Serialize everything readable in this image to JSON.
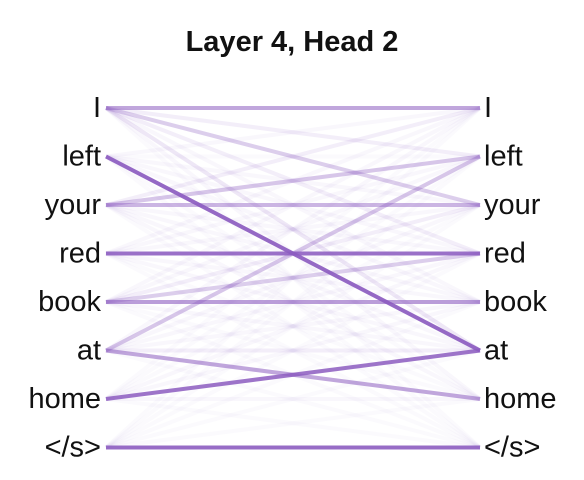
{
  "title": "Layer 4, Head 2",
  "chart_data": {
    "type": "attention",
    "title": "Layer 4, Head 2",
    "source_tokens": [
      "I",
      "left",
      "your",
      "red",
      "book",
      "at",
      "home",
      "</s>"
    ],
    "target_tokens": [
      "I",
      "left",
      "your",
      "red",
      "book",
      "at",
      "home",
      "</s>"
    ],
    "line_color": "#8c5cc0",
    "weights": [
      [
        0.55,
        0.1,
        0.3,
        0.1,
        0.05,
        0.15,
        0.05,
        0.03
      ],
      [
        0.05,
        0.03,
        0.05,
        0.05,
        0.05,
        0.92,
        0.03,
        0.03
      ],
      [
        0.1,
        0.35,
        0.45,
        0.05,
        0.05,
        0.05,
        0.05,
        0.03
      ],
      [
        0.05,
        0.05,
        0.05,
        0.88,
        0.05,
        0.05,
        0.03,
        0.03
      ],
      [
        0.05,
        0.05,
        0.1,
        0.3,
        0.6,
        0.05,
        0.03,
        0.03
      ],
      [
        0.05,
        0.35,
        0.05,
        0.05,
        0.05,
        0.1,
        0.55,
        0.03
      ],
      [
        0.03,
        0.03,
        0.03,
        0.05,
        0.05,
        0.85,
        0.05,
        0.03
      ],
      [
        0.03,
        0.03,
        0.03,
        0.03,
        0.03,
        0.03,
        0.03,
        0.9
      ]
    ]
  }
}
